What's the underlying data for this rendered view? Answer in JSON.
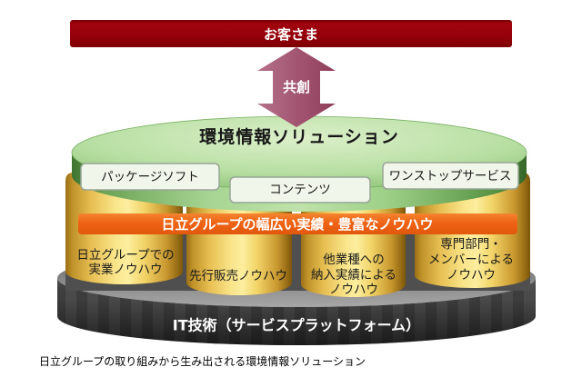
{
  "header": {
    "customer_label": "お客さま",
    "co_creation_label": "共創"
  },
  "solution_layer": {
    "title": "環境情報ソリューション",
    "items": [
      "パッケージソフト",
      "コンテンツ",
      "ワンストップサービス"
    ]
  },
  "achievements_banner": {
    "label": "日立グループの幅広い実績・豊富なノウハウ"
  },
  "knowhow_layer": {
    "cylinders": [
      {
        "lines": [
          "日立グループでの",
          "実業ノウハウ"
        ]
      },
      {
        "lines": [
          "先行販売ノウハウ"
        ]
      },
      {
        "lines": [
          "他業種への",
          "納入実績による",
          "ノウハウ"
        ]
      },
      {
        "lines": [
          "専門部門・",
          "メンバーによる",
          "ノウハウ"
        ]
      }
    ]
  },
  "platform_layer": {
    "label": "IT技術（サービスプラットフォーム）"
  },
  "caption": {
    "text": "日立グループの取り組みから生み出される環境情報ソリューション"
  },
  "colors": {
    "customer_red": "#97040c",
    "arrow_mauve": "#a35672",
    "solution_green": "#8cc377",
    "banner_orange": "#ee6315",
    "knowhow_gold": "#f0cf66",
    "platform_gray": "#3d3d3d"
  }
}
